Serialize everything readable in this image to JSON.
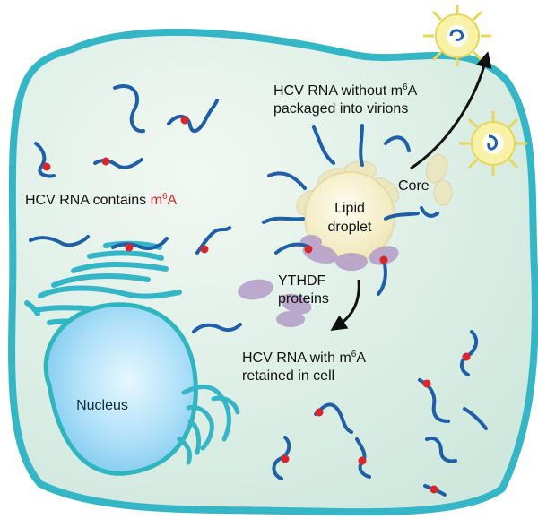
{
  "labels": {
    "virion_line1_pre": "HCV RNA without m",
    "virion_line1_sup": "6",
    "virion_line1_post": "A",
    "virion_line2": "packaged into virions",
    "contains_pre": "HCV RNA contains ",
    "contains_m": "m",
    "contains_sup": "6",
    "contains_A": "A",
    "lipid_line1": "Lipid",
    "lipid_line2": "droplet",
    "core": "Core",
    "ythdf_line1": "YTHDF",
    "ythdf_line2": "proteins",
    "retained_line1_pre": "HCV RNA with m",
    "retained_line1_sup": "6",
    "retained_line1_post": "A",
    "retained_line2": "retained in cell",
    "nucleus": "Nucleus"
  },
  "colors": {
    "cell_fill": "#d7ece0",
    "cell_stroke": "#2fb5c0",
    "rna": "#1f5fa8",
    "m6a_mark": "#d8262c",
    "m6a_text": "#d8262c",
    "lipid_droplet": "#f2ecc0",
    "core_protein": "#ece6bd",
    "ythdf": "#b49cc8",
    "nucleus_fill": "#8ed1f3",
    "er": "#35b6c6",
    "virion": "#f6ef9a"
  }
}
